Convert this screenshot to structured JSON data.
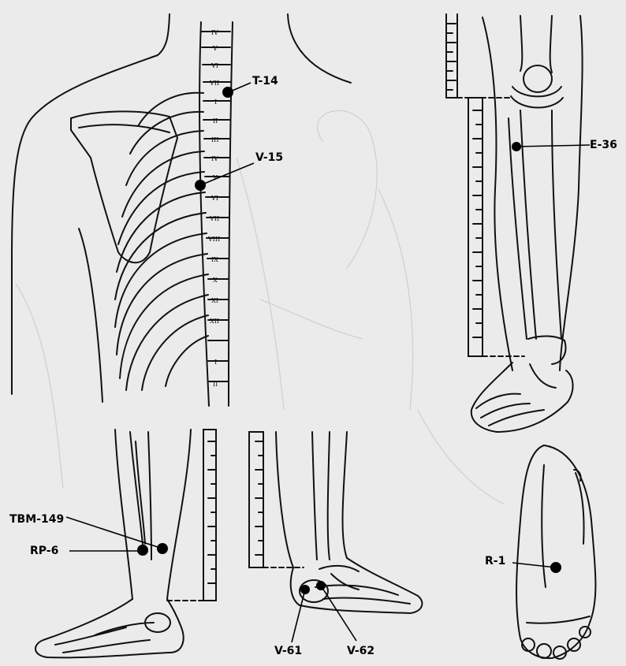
{
  "points": {
    "t14": "T-14",
    "v15": "V-15",
    "e36": "E-36",
    "tbm149": "TBM-149",
    "rp6": "RP-6",
    "v61": "V-61",
    "v62": "V-62",
    "r1": "R-1"
  },
  "vertebrae": {
    "cervical": [
      "IV",
      "V",
      "VI",
      "VII"
    ],
    "thoracic": [
      "I",
      "II",
      "III",
      "IV",
      "V",
      "VI",
      "VII",
      "VIII",
      "IX",
      "X",
      "XI",
      "XII"
    ],
    "lumbar": [
      "I",
      "II"
    ]
  },
  "colors": {
    "paper": "#ebebeb",
    "ink": "#111111",
    "point": "#000000"
  }
}
